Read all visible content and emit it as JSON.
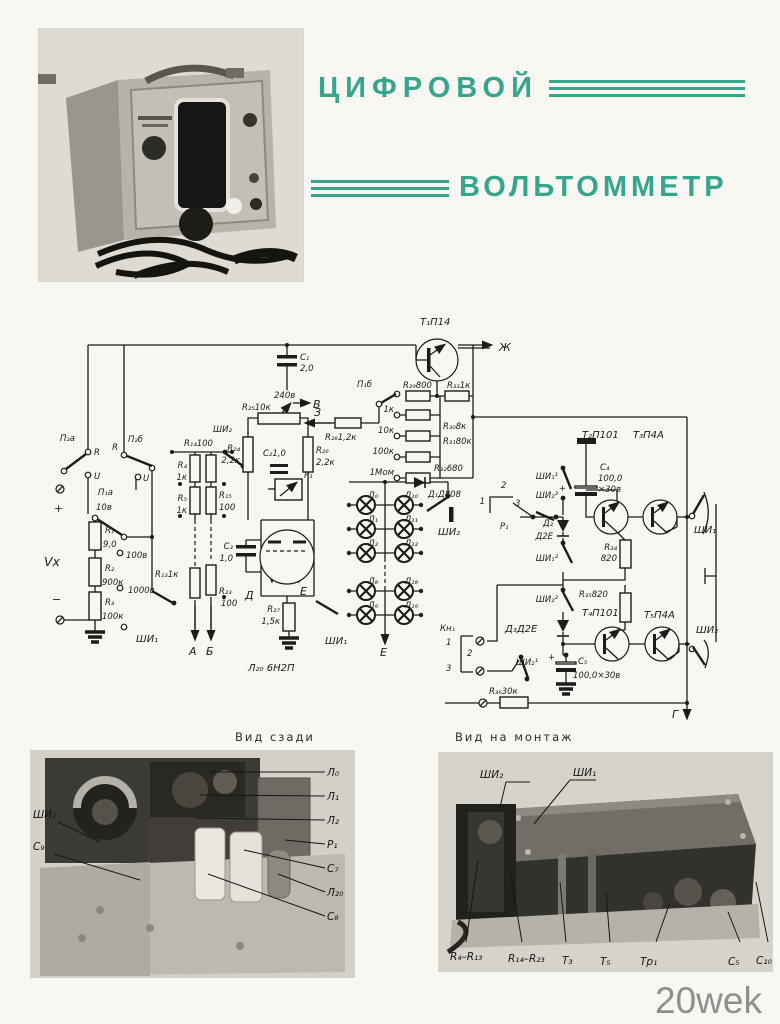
{
  "header": {
    "title_line1": "ЦИФРОВОЙ",
    "title_line2": "ВОЛЬТОММЕТР",
    "accent_color": "#35a68c"
  },
  "watermark": "20wek",
  "sch": {
    "t1": "Т₁П14",
    "zh": "Ж",
    "c1": "С₁",
    "c1v": "2,0",
    "v240": "240в",
    "pV": "В",
    "r25": "R₂₅10к",
    "shi2a": "ШИ₂",
    "pZ": "З",
    "r28": "R₂₈1,2к",
    "p1b": "П₁б",
    "r29": "R₂₉800",
    "r33": "R₃₃1к",
    "k1": "1к",
    "k10": "10к",
    "k100": "100к",
    "m1": "1Мом",
    "r30": "R₃₀8к",
    "r31": "R₃₁80к",
    "r32": "R₃₂680",
    "p2a": "П₂а",
    "rA": "R",
    "uA": "U",
    "p2b": "П₂б",
    "rB": "R",
    "uB": "U",
    "plus": "+",
    "minus": "−",
    "p1a": "П₁а",
    "v10": "10в",
    "r1": "R₁",
    "r1v": "9,0",
    "v100": "100в",
    "vx": "Vx",
    "r2": "R₂",
    "r2v": "900к",
    "v1000": "1000в",
    "r3": "R₃",
    "r3v": "100к",
    "r14": "R₁₄100",
    "r4": "R₄",
    "r4v": "1к",
    "r5": "R₅",
    "r5v": "1к",
    "r15": "R₁₅",
    "r15v": "100",
    "r13": "R₁₃1к",
    "r23": "R₂₃",
    "r23v": "100",
    "shi1a": "ШИ₁",
    "pA": "А",
    "pB2": "Б",
    "r24": "R₂₄",
    "r24v": "2,2к",
    "c2": "С₂1,0",
    "r26": "R₂₆",
    "r26v": "2,2к",
    "p1r": "Р₁",
    "c3": "С₃",
    "c3v": "1,0",
    "pD": "Д",
    "pE": "Е",
    "r27": "R₂₇",
    "r27v": "1,5к",
    "shi1b": "ШИ₁",
    "l20": "Л₂₀ 6Н2П",
    "l0": "Л₀",
    "l1": "Л₁",
    "l2": "Л₂",
    "l8": "Л₈",
    "l9": "Л₉",
    "l10": "Л₁₀",
    "l11": "Л₁₁",
    "l12": "Л₁₂",
    "l18": "Л₁₈",
    "l19": "Л₁₉",
    "d1": "Д₁Д808",
    "shi2b": "ШИ₂",
    "pE2": "Е",
    "t2": "Т₂П101",
    "t3": "Т₃П4А",
    "c4": "С₄",
    "c4v": "100,0",
    "c4u": "×30в",
    "shi1s1": "ШИ₁¹",
    "shi2s3": "ШИ₂³",
    "n1": "1",
    "n2": "2",
    "n3": "3",
    "p1c": "Р₁",
    "d2": "Д₂",
    "d2v": "Д2Е",
    "shi1s2": "ШИ₁²",
    "r34": "R₃₄",
    "r34v": "820",
    "shi1c": "ШИ₁",
    "shi2s2": "ШИ₂²",
    "r35": "R₃₅820",
    "t4": "Т₄П101",
    "t5": "Т₅П4А",
    "d3": "Д₃Д2Е",
    "shi2s1": "ШИ₂¹",
    "splus": "+",
    "c5": "С₅",
    "c5v": "100,0×30в",
    "r36": "R₃₆30к",
    "kn1": "Кн₁",
    "kn1a": "1",
    "kn1b": "2",
    "kn1c": "3",
    "shi2c": "ШИ₂",
    "pG": "Г"
  },
  "photos": {
    "rear": {
      "caption": "Вид сзади",
      "shi1": "ШИ₁",
      "c9": "С₉",
      "right": [
        "Л₀",
        "Л₁",
        "Л₂",
        "Р₁",
        "С₇",
        "Л₂₀",
        "С₈"
      ]
    },
    "mount": {
      "caption": "Вид на монтаж",
      "top": [
        "ШИ₂",
        "ШИ₁"
      ],
      "bottom": [
        "R₄–R₁₃",
        "R₁₄–R₂₃",
        "Т₃",
        "Т₅",
        "Тр₁",
        "С₅",
        "С₁₀"
      ]
    }
  }
}
